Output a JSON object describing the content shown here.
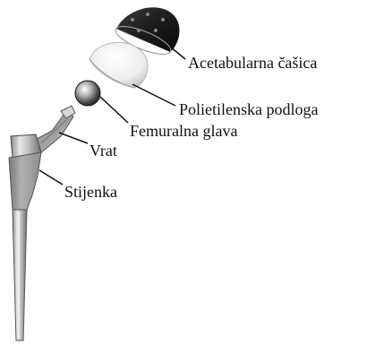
{
  "diagram": {
    "labels": {
      "cup": "Acetabularna čašica",
      "liner": "Polietilenska podloga",
      "head": "Femuralna glava",
      "neck": "Vrat",
      "stem": "Stijenka"
    }
  }
}
